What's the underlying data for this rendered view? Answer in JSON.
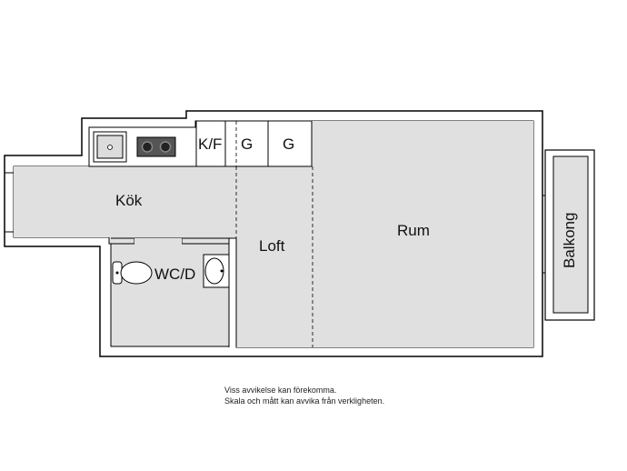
{
  "rooms": {
    "kok": "Kök",
    "wc": "WC/D",
    "loft": "Loft",
    "rum": "Rum",
    "balkong": "Balkong",
    "kf": "K/F",
    "g1": "G",
    "g2": "G"
  },
  "disclaimer": {
    "line1": "Viss avvikelse kan förekomma.",
    "line2": "Skala och mått kan avvika från verkligheten."
  },
  "colors": {
    "floor": "#e0e0e0",
    "wall": "#000000",
    "background": "#ffffff"
  }
}
